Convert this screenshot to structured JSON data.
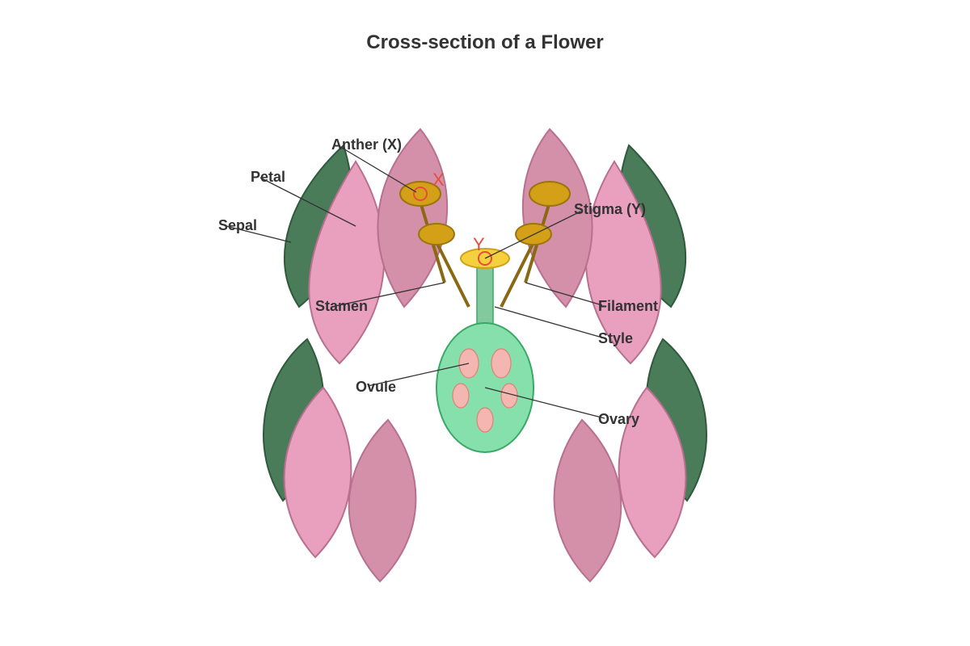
{
  "title": "Cross-section of a Flower",
  "labels": {
    "anther": "Anther (X)",
    "petal": "Petal",
    "sepal": "Sepal",
    "stigma": "Stigma (Y)",
    "stamen": "Stamen",
    "filament": "Filament",
    "style": "Style",
    "ovule": "Ovule",
    "ovary": "Ovary"
  },
  "markers": {
    "x": "X",
    "y": "Y"
  },
  "colors": {
    "sepal_fill": "#4a7c59",
    "sepal_stroke": "#2f5a3c",
    "petal_light": "#e8a0be",
    "petal_dark": "#d490a8",
    "petal_stroke": "#b8708e",
    "anther_fill": "#d4a017",
    "anther_stroke": "#9a7410",
    "filament": "#8b6914",
    "stigma_fill": "#f4d03f",
    "stigma_stroke": "#d4a017",
    "style_fill": "#82c9a0",
    "ovary_fill": "#86e0ab",
    "ovary_stroke": "#3aa867",
    "ovule_fill": "#f4b6b0",
    "ovule_stroke": "#e08078",
    "marker": "#e74c3c",
    "text": "#333333"
  }
}
